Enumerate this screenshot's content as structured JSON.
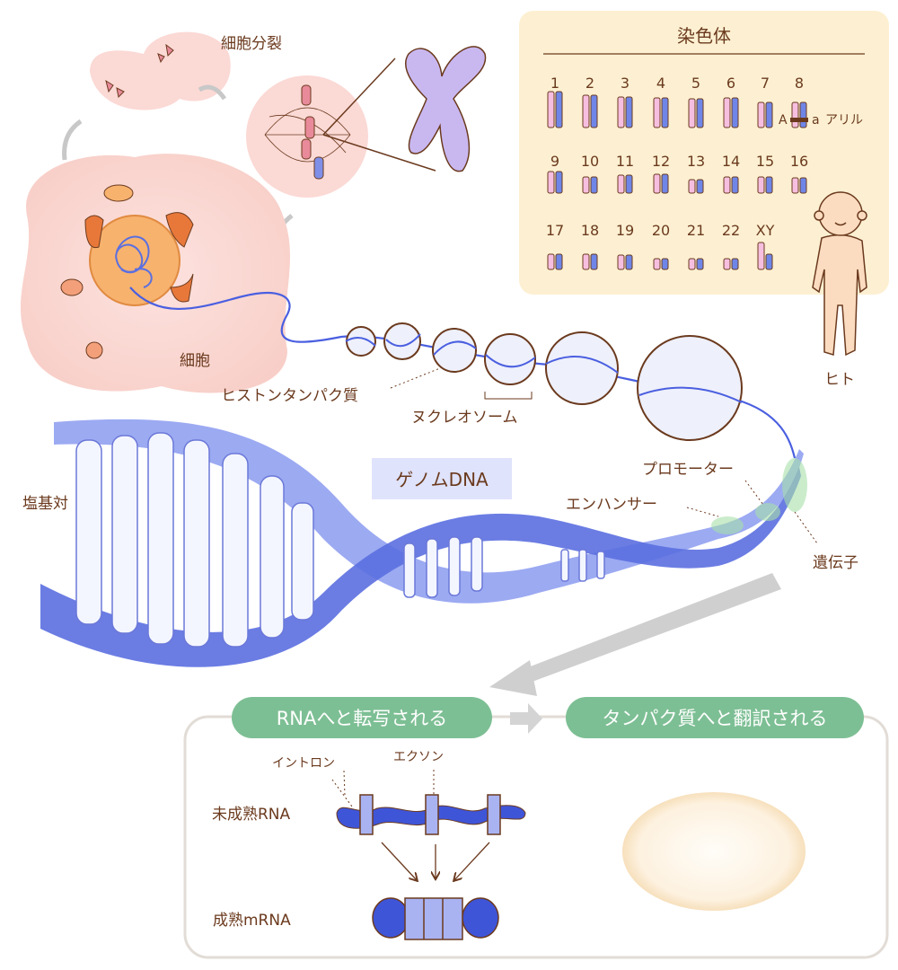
{
  "cell_division": {
    "label": "細胞分裂"
  },
  "cell": {
    "label": "細胞"
  },
  "chromosomes": {
    "title": "染色体",
    "numbers": [
      "1",
      "2",
      "3",
      "4",
      "5",
      "6",
      "7",
      "8",
      "9",
      "10",
      "11",
      "12",
      "13",
      "14",
      "15",
      "16",
      "17",
      "18",
      "19",
      "20",
      "21",
      "22",
      "XY"
    ],
    "allele_a_upper": "A",
    "allele_a_lower": "a",
    "allele_label": "アリル"
  },
  "human": {
    "label": "ヒト"
  },
  "histone": {
    "label": "ヒストンタンパク質"
  },
  "nucleosome": {
    "label": "ヌクレオソーム"
  },
  "genome_dna": {
    "label": "ゲノムDNA"
  },
  "base_pair": {
    "label": "塩基対"
  },
  "promoter": {
    "label": "プロモーター"
  },
  "enhancer": {
    "label": "エンハンサー"
  },
  "gene": {
    "label": "遺伝子"
  },
  "process": {
    "transcription": "RNAへと転写される",
    "translation": "タンパク質へと翻訳される",
    "intron": "イントロン",
    "exon": "エクソン",
    "pre_rna": "未成熟RNA",
    "mature_rna": "成熟mRNA"
  },
  "colors": {
    "pink": "#f4b7c4",
    "blue": "#5b6fe0",
    "green": "#7dbf94",
    "brown": "#6b3a1e",
    "panel": "#fdf0d2"
  }
}
